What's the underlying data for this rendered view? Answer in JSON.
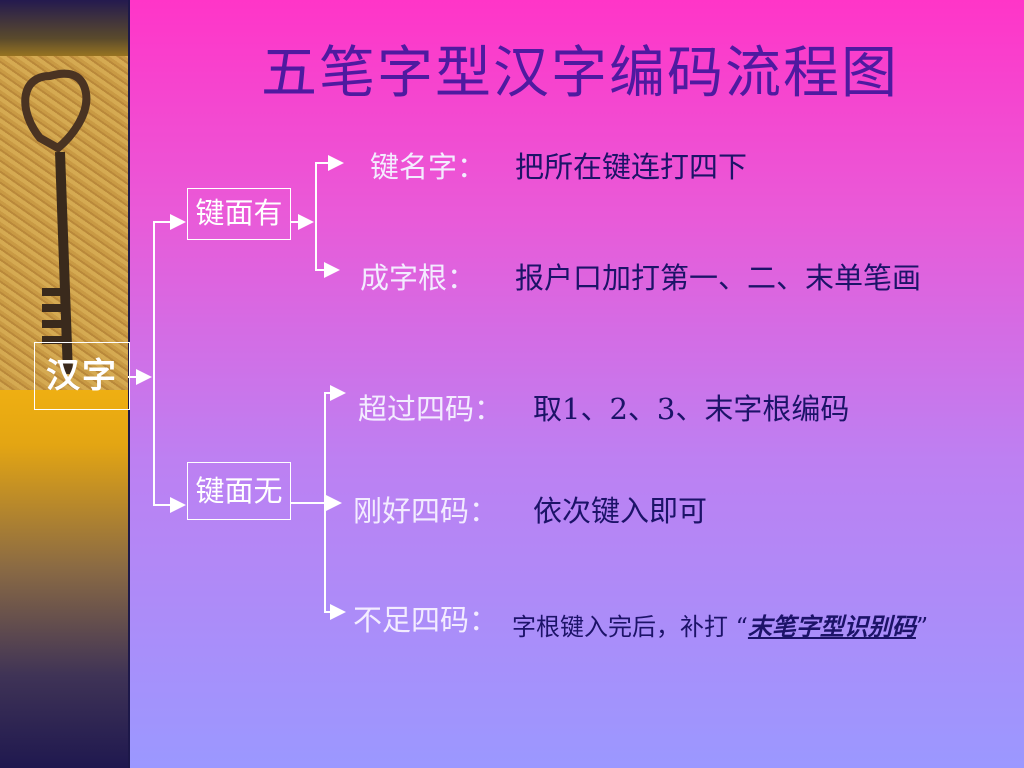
{
  "title": "五笔字型汉字编码流程图",
  "root": {
    "label": "汉字"
  },
  "branches": {
    "has_key": {
      "label": "键面有",
      "items": [
        {
          "label": "键名字：",
          "desc": "把所在键连打四下"
        },
        {
          "label": "成字根：",
          "desc": "报户口加打第一、二、末单笔画"
        }
      ]
    },
    "no_key": {
      "label": "键面无",
      "items": [
        {
          "label": "超过四码：",
          "desc": "取1、2、3、末字根编码"
        },
        {
          "label": "刚好四码：",
          "desc": "依次键入即可"
        },
        {
          "label": "不足四码：",
          "desc_before": "字根键入完后，补打",
          "open_quote": "“",
          "highlight": "末笔字型识别码",
          "close_quote": "”"
        }
      ]
    }
  },
  "colors": {
    "background_top": "#ff35c8",
    "background_bottom": "#9b98ff",
    "title": "#4f1aa0",
    "text": "#1c1368",
    "connector": "#ffffff"
  },
  "icons": {
    "photo": "old-key-image"
  }
}
